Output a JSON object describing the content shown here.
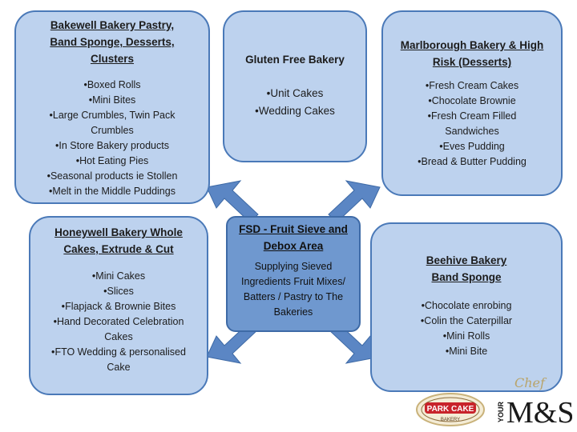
{
  "boxes": {
    "bakewell": {
      "title": "Bakewell Bakery Pastry, Band Sponge, Desserts, Clusters",
      "items": [
        "Boxed Rolls",
        "Mini Bites",
        "Large Crumbles, Twin Pack Crumbles",
        "In Store Bakery products",
        "Hot Eating Pies",
        "Seasonal products ie Stollen",
        "Melt in the Middle Puddings"
      ]
    },
    "gluten_free": {
      "title": "Gluten Free Bakery",
      "items": [
        "Unit Cakes",
        "Wedding Cakes"
      ]
    },
    "marlborough": {
      "title": "Marlborough Bakery & High Risk (Desserts)",
      "items": [
        "Fresh Cream Cakes",
        "Chocolate Brownie",
        "Fresh Cream Filled Sandwiches",
        "Eves Pudding",
        "Bread & Butter Pudding"
      ]
    },
    "honeywell": {
      "title": "Honeywell Bakery Whole Cakes, Extrude & Cut",
      "items": [
        "Mini Cakes",
        "Slices",
        "Flapjack & Brownie Bites",
        "Hand Decorated Celebration Cakes",
        "FTO Wedding & personalised Cake"
      ]
    },
    "fsd": {
      "title": "FSD - Fruit Sieve and Debox Area",
      "description": "Supplying Sieved Ingredients Fruit Mixes/ Batters / Pastry to The Bakeries"
    },
    "beehive": {
      "title": "Beehive Bakery Band Sponge",
      "items": [
        "Chocolate enrobing",
        "Colin the Caterpillar",
        "Mini Rolls",
        "Mini Bite"
      ]
    }
  },
  "logos": {
    "park_cake": "PARK CAKE",
    "park_cake_sub": "BAKERY",
    "your": "YOUR",
    "ms": "M&S",
    "chef": "Chef"
  },
  "colors": {
    "box_fill": "#bdd2ee",
    "box_border": "#4a79b8",
    "center_fill": "#6f98cf",
    "arrow": "#5b86c4"
  }
}
